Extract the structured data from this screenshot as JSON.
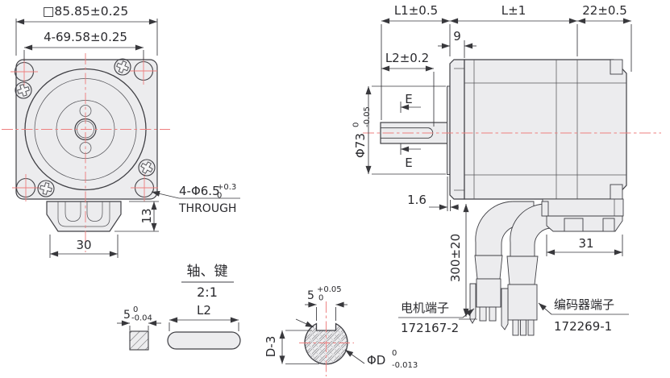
{
  "front_view": {
    "dim_outer_square": "□85.85±0.25",
    "dim_bolt_circle": "4-69.58±0.25",
    "hole_callout": {
      "main": "4-Φ6.5",
      "tol_upper": "+0.3",
      "tol_lower": "0",
      "line2": "THROUGH"
    },
    "dim_connector_height": "13",
    "dim_connector_width": "30"
  },
  "side_view": {
    "dim_shaft_length": "L1±0.5",
    "dim_body_length": "L±1",
    "dim_rear_cap": "22±0.5",
    "dim_flange_thickness": "9",
    "dim_keyway_length": "L2±0.2",
    "dim_pilot_dia": {
      "main": "Φ73",
      "tol_upper": "0",
      "tol_lower": "-0.05"
    },
    "dim_keyway_e_top": "E",
    "dim_keyway_e_bottom": "E",
    "dim_pilot_boss": "1.6",
    "dim_cable_length": "300±20",
    "dim_connector_block": "31",
    "motor_terminal_label": "电机端子",
    "motor_terminal_part": "172167-2",
    "encoder_terminal_label": "编码器端子",
    "encoder_terminal_part": "172269-1"
  },
  "shaft_key_detail": {
    "title": "轴、键",
    "scale": "2:1",
    "dim_key_width": {
      "main": "5",
      "tol_upper": "0",
      "tol_lower": "-0.04"
    },
    "dim_key_length": "L2",
    "dim_keyway_width": {
      "main": "5",
      "tol_upper": "+0.05",
      "tol_lower": "0"
    },
    "dim_shaft_flat": "D-3",
    "dim_shaft_dia": {
      "main": "ΦD",
      "tol_upper": "0",
      "tol_lower": "-0.013"
    }
  },
  "colors": {
    "line": "#3f3f44",
    "centerline_red": "#ee7f7f",
    "part_fill": "#ececee",
    "background": "#ffffff"
  }
}
